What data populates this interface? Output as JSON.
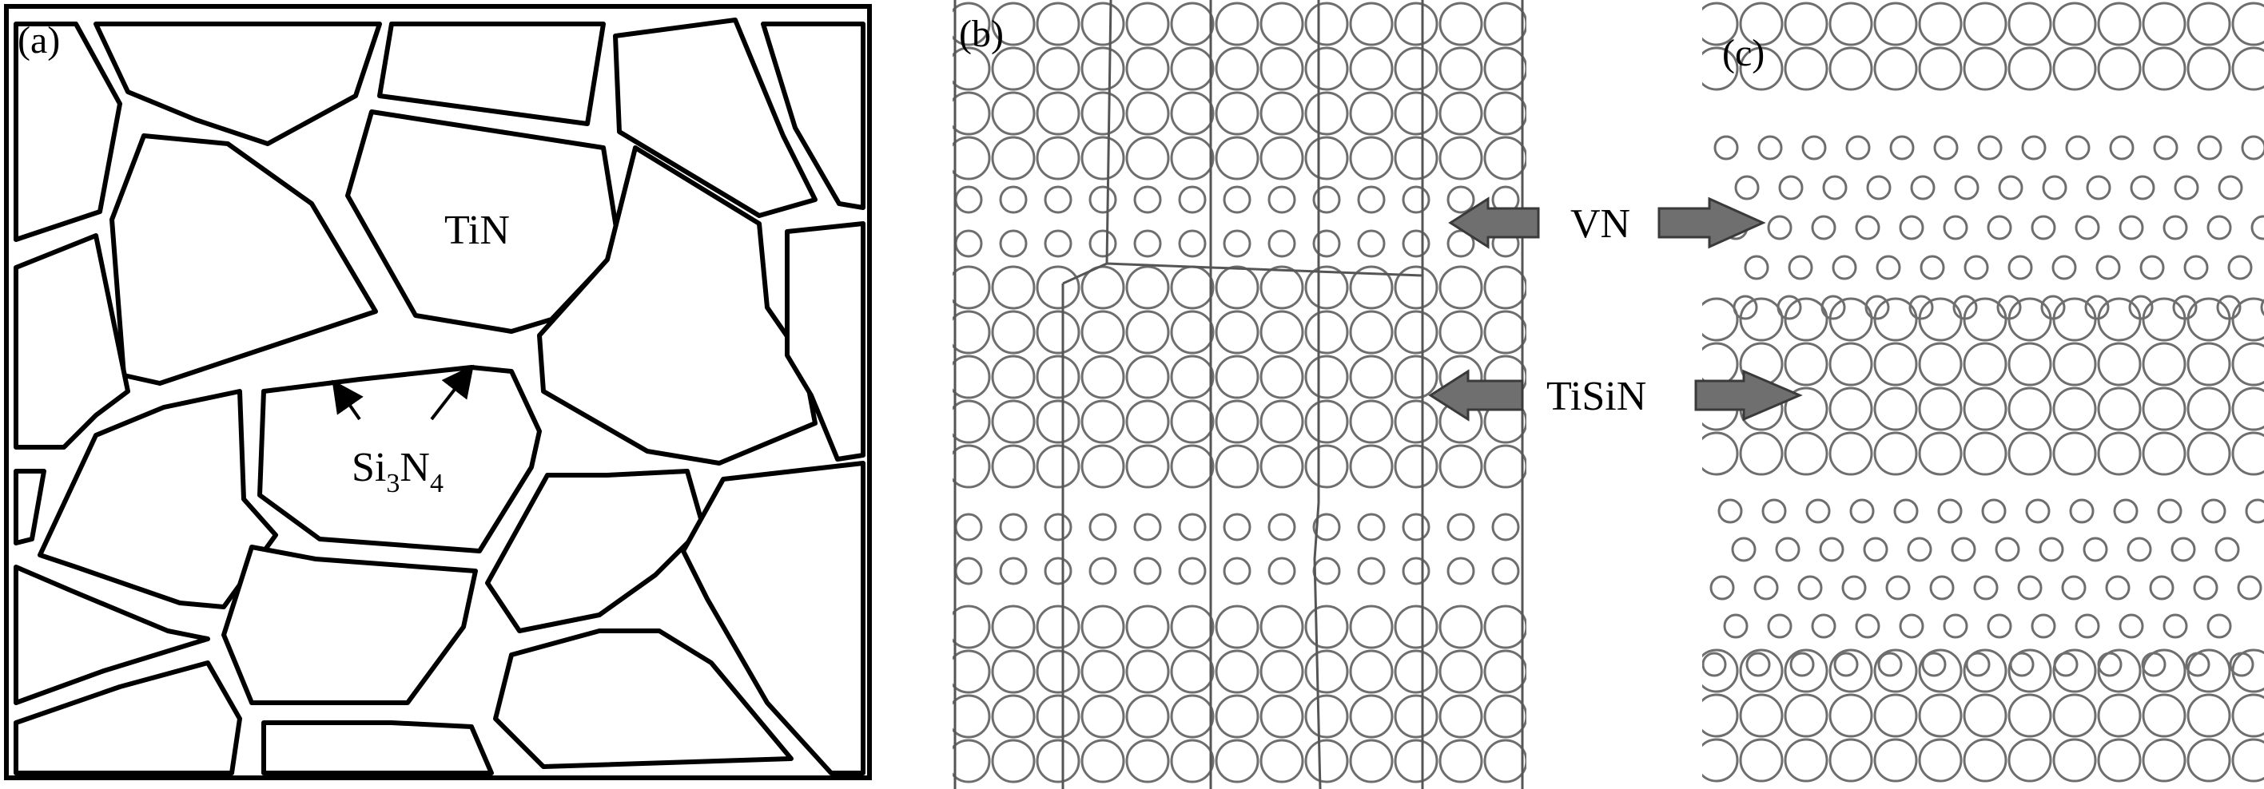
{
  "panels": {
    "a": {
      "label": "(a)",
      "grain_label": "TiN",
      "boundary_label_main": "Si",
      "boundary_label_sub1": "3",
      "boundary_label_mid": "N",
      "boundary_label_sub2": "4"
    },
    "b": {
      "label": "(b)"
    },
    "c": {
      "label": "(c)"
    }
  },
  "annotations": {
    "vn": "VN",
    "tisin": "TiSiN"
  },
  "colors": {
    "ink": "#000000",
    "atom": "#6e6e6e",
    "arrow_fill": "#6f6f6f",
    "arrow_edge": "#3a3a3a",
    "background": "#ffffff"
  },
  "icons": [
    "left-arrow-icon",
    "right-arrow-icon",
    "pointer-arrow-icon"
  ]
}
